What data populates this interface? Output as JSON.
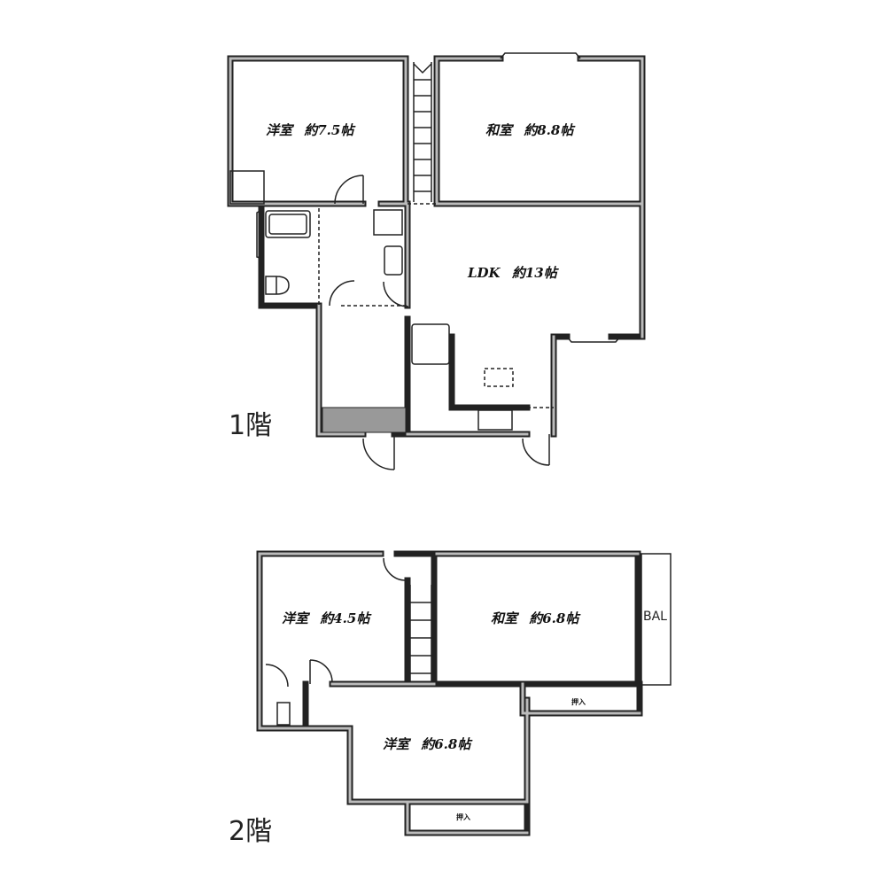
{
  "floor1": {
    "label": "1階",
    "rooms": [
      {
        "name": "洋室",
        "size": "約7.5帖"
      },
      {
        "name": "和室",
        "size": "約8.8帖"
      },
      {
        "name": "LDK",
        "size": "約13帖"
      }
    ]
  },
  "floor2": {
    "label": "2階",
    "rooms": [
      {
        "name": "洋室",
        "size": "約4.5帖"
      },
      {
        "name": "和室",
        "size": "約6.8帖"
      },
      {
        "name": "洋室",
        "size": "約6.8帖"
      }
    ],
    "closets": [
      "押入",
      "押入"
    ],
    "balcony": "BAL"
  },
  "colors": {
    "wall": "#222222",
    "wall_fill": "#bbbbbb"
  }
}
